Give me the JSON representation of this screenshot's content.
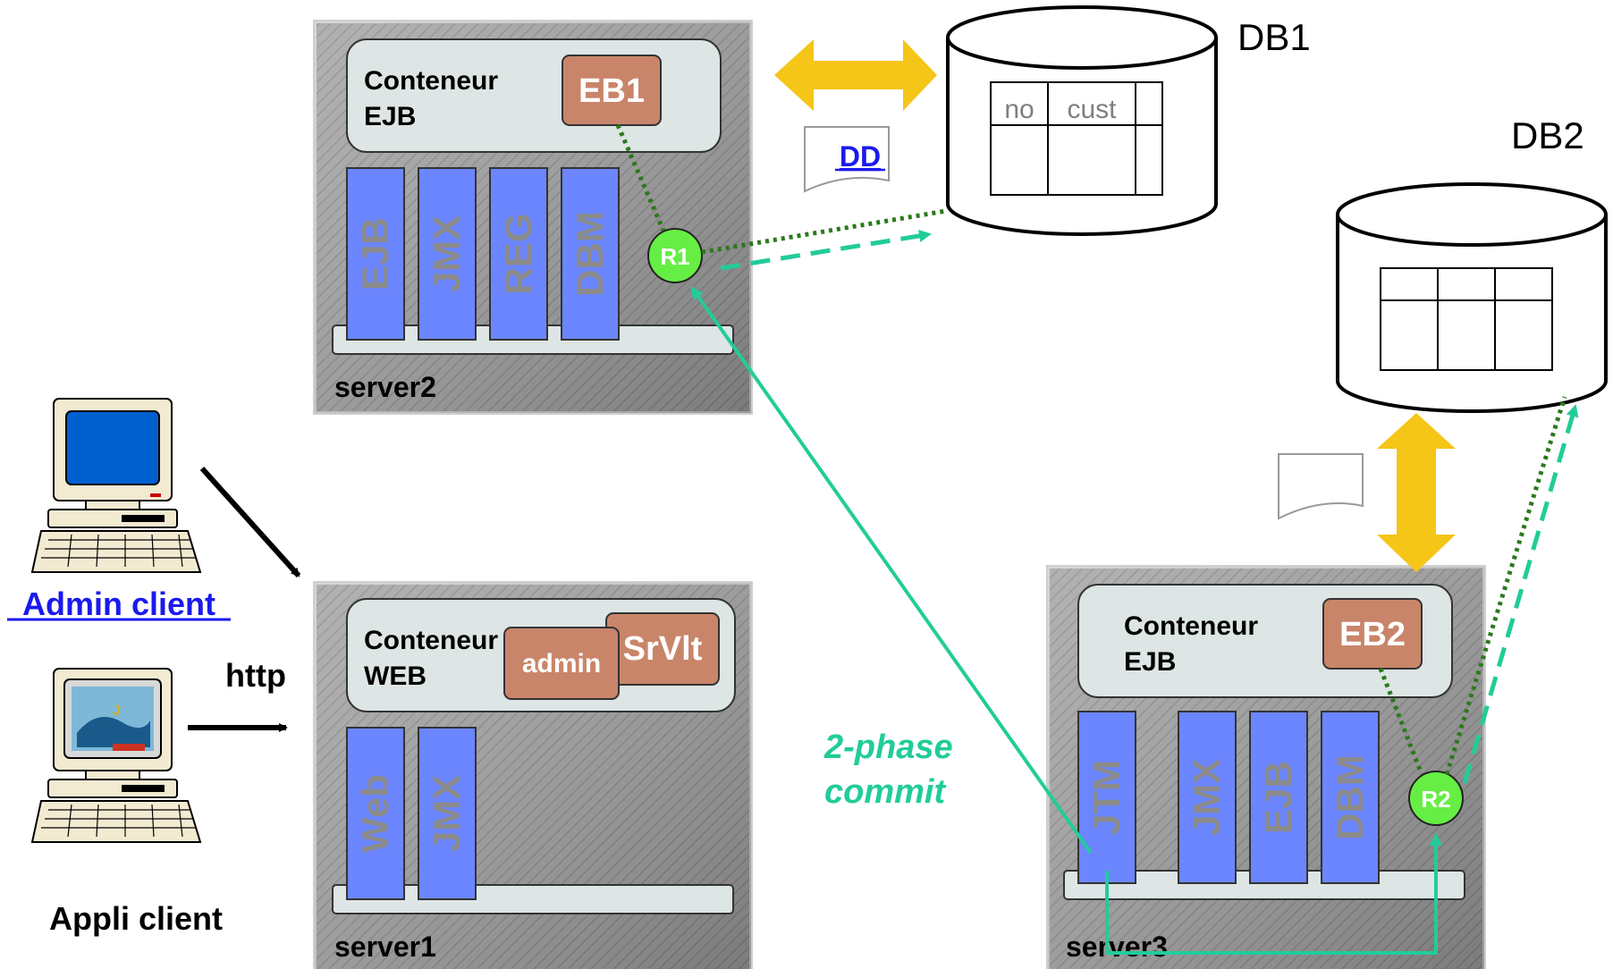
{
  "colors": {
    "module_blue": "#6b86ff",
    "ejb_orange": "#c9856a",
    "resource_green": "#66ee44",
    "flow_teal": "#22cc99",
    "sql_arrow_yellow": "#f5c518",
    "link_blue": "#1a1aee",
    "dotted_green": "#2a7a1a",
    "server_gray": "#9a9a9a"
  },
  "clients": {
    "admin": {
      "label": "Admin client",
      "icon": "computer-icon"
    },
    "appli": {
      "label": "Appli client",
      "icon": "computer-jonas-icon"
    },
    "http_label": "http"
  },
  "server1": {
    "name": "server1",
    "container_line1": "Conteneur",
    "container_line2": "WEB",
    "servlet_label": "SrVlt",
    "admin_label": "admin",
    "modules": [
      "Web",
      "JMX"
    ]
  },
  "server2": {
    "name": "server2",
    "container_line1": "Conteneur",
    "container_line2": "EJB",
    "bean_label": "EB1",
    "resource_label": "R1",
    "modules": [
      "EJB",
      "JMX",
      "REG",
      "DBM"
    ]
  },
  "server3": {
    "name": "server3",
    "container_line1": "Conteneur",
    "container_line2": "EJB",
    "bean_label": "EB2",
    "resource_label": "R2",
    "modules": [
      "JTM",
      "JMX",
      "EJB",
      "DBM"
    ]
  },
  "db1": {
    "name": "DB1",
    "col1": "no",
    "col2": "cust",
    "dd_link": "DD"
  },
  "db2": {
    "name": "DB2"
  },
  "commit_line1": "2-phase",
  "commit_line2": "commit"
}
